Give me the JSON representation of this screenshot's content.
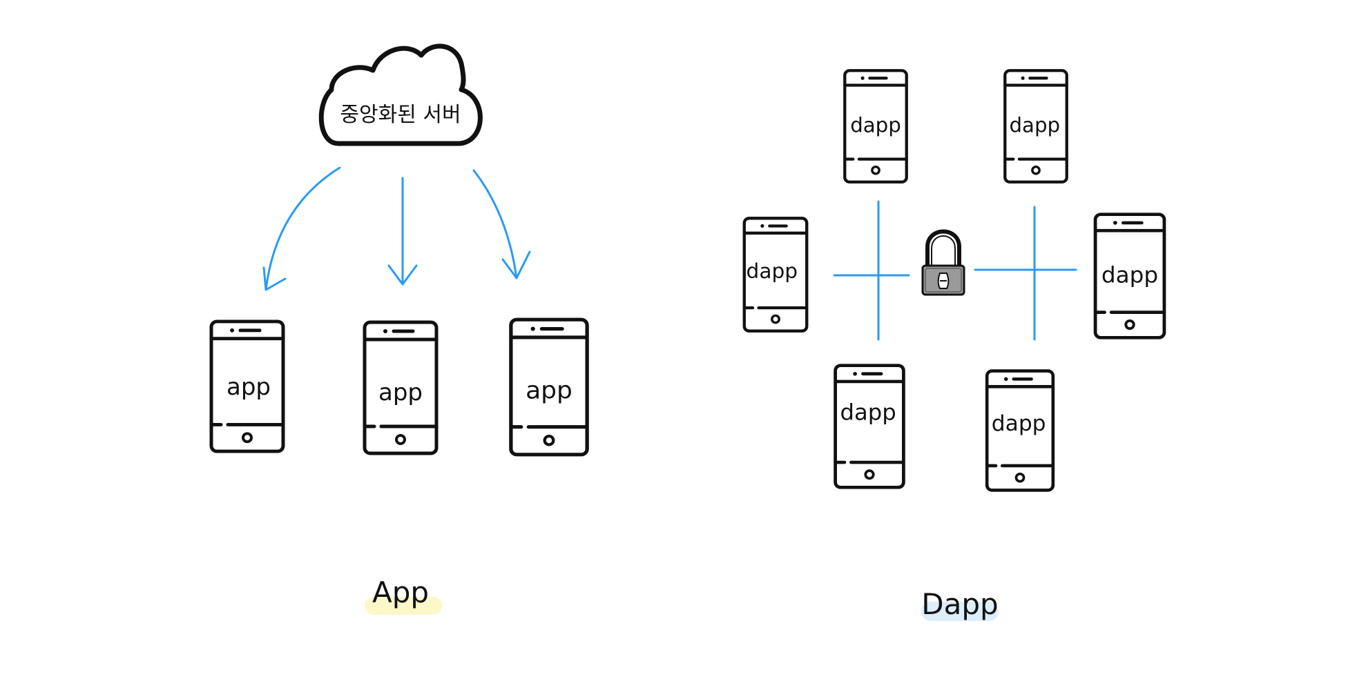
{
  "server": {
    "label": "중앙화된 서버"
  },
  "app_section": {
    "phone_label": "app",
    "caption": "App",
    "caption_highlight_color": "#fdf7c9"
  },
  "dapp_section": {
    "phone_label": "dapp",
    "caption": "Dapp",
    "caption_highlight_color": "#dceefb",
    "center_icon": "padlock-icon"
  },
  "colors": {
    "connector": "#2b9af3",
    "outline": "#111111",
    "lock_fill": "#9a9a9a"
  }
}
